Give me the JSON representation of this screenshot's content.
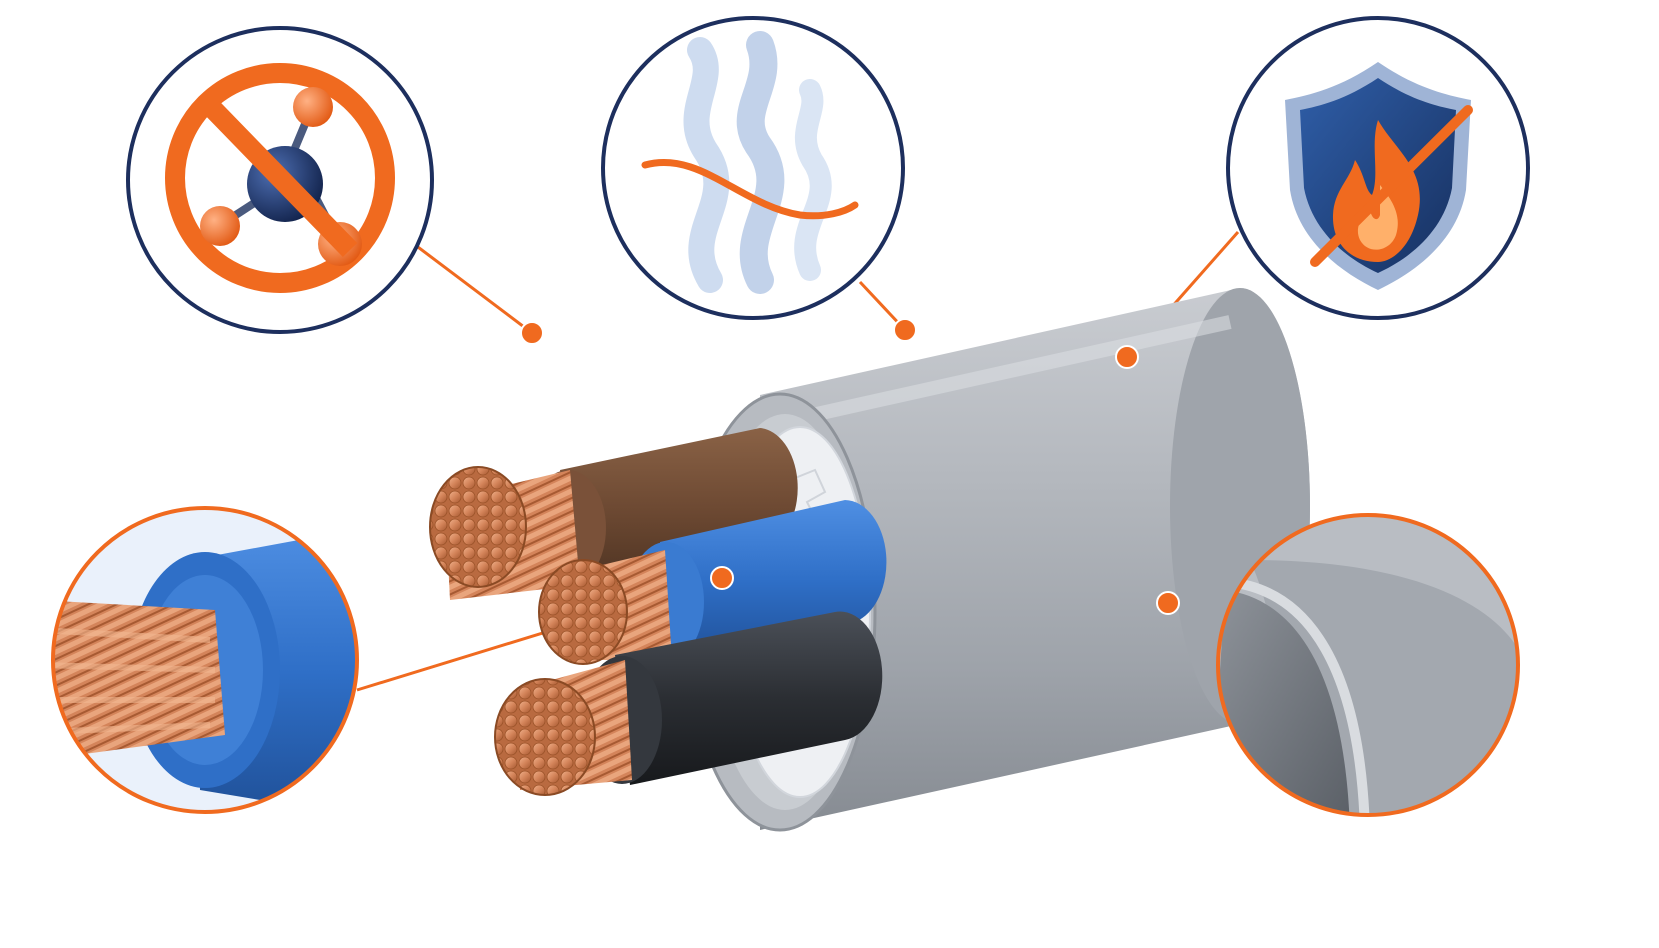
{
  "diagram": {
    "subject": "multi-core-power-cable-cutaway",
    "colors": {
      "background": "#ffffff",
      "navy_ring": "#1d2f5e",
      "orange_accent": "#f06a1f",
      "sheath_gray": "#a9adb3",
      "copper": "#d4845a",
      "core_brown": "#6e4a33",
      "core_blue": "#2f6fc7",
      "core_black": "#2b2e33",
      "filler_white": "#eef0f3"
    },
    "callouts": [
      {
        "id": "halogen-free",
        "icon": "no-molecule-icon",
        "ring": "navy"
      },
      {
        "id": "low-smoke",
        "icon": "smoke-wave-icon",
        "ring": "navy"
      },
      {
        "id": "flame-retardant",
        "icon": "shield-no-flame-icon",
        "ring": "navy"
      },
      {
        "id": "copper-conductor",
        "icon": "copper-core-closeup-icon",
        "ring": "orange"
      },
      {
        "id": "outer-sheath",
        "icon": "sheath-closeup-icon",
        "ring": "orange"
      }
    ],
    "cores": [
      "brown",
      "blue",
      "black"
    ]
  }
}
